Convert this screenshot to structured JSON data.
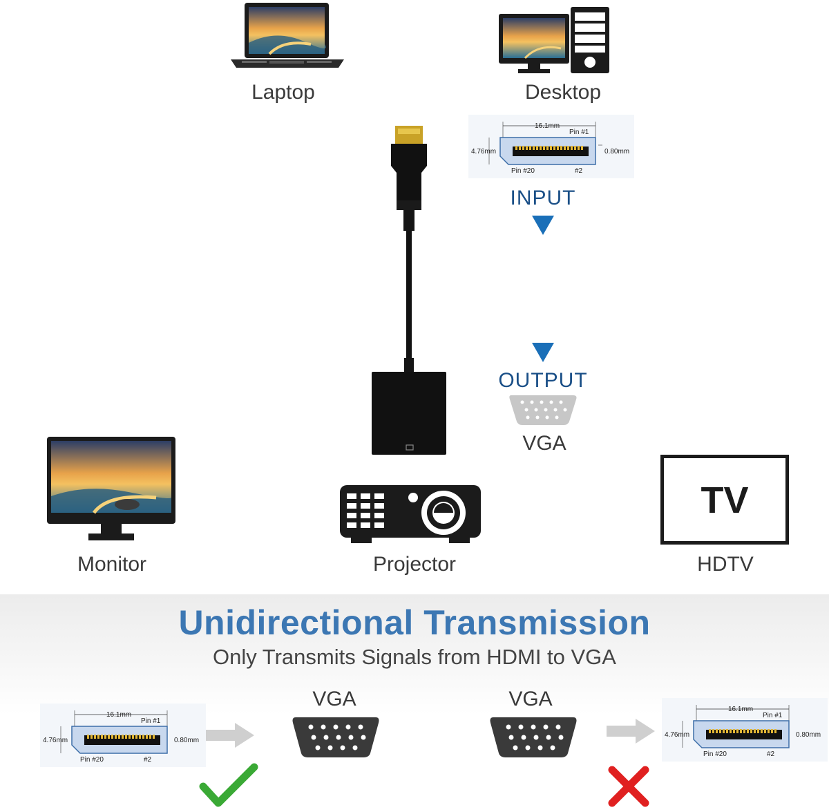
{
  "devices": {
    "laptop": "Laptop",
    "desktop": "Desktop",
    "monitor": "Monitor",
    "projector": "Projector",
    "tv_screen": "TV",
    "hdtv": "HDTV"
  },
  "connector_spec": {
    "width": "16.1mm",
    "height": "4.76mm",
    "gap": "0.80mm",
    "pin1": "Pin #1",
    "pin20": "Pin #20",
    "pin2": "#2"
  },
  "flow": {
    "input": "INPUT",
    "output": "OUTPUT",
    "vga": "VGA"
  },
  "banner": {
    "title": "Unidirectional Transmission",
    "subtitle": "Only Transmits Signals from HDMI to VGA"
  },
  "examples": {
    "left_vga": "VGA",
    "right_vga": "VGA",
    "left_status": "check-icon",
    "right_status": "cross-icon"
  },
  "colors": {
    "accent_blue": "#1a6fb8",
    "title_blue": "#3c77b3",
    "check_green": "#3aa935",
    "cross_red": "#e02020"
  }
}
